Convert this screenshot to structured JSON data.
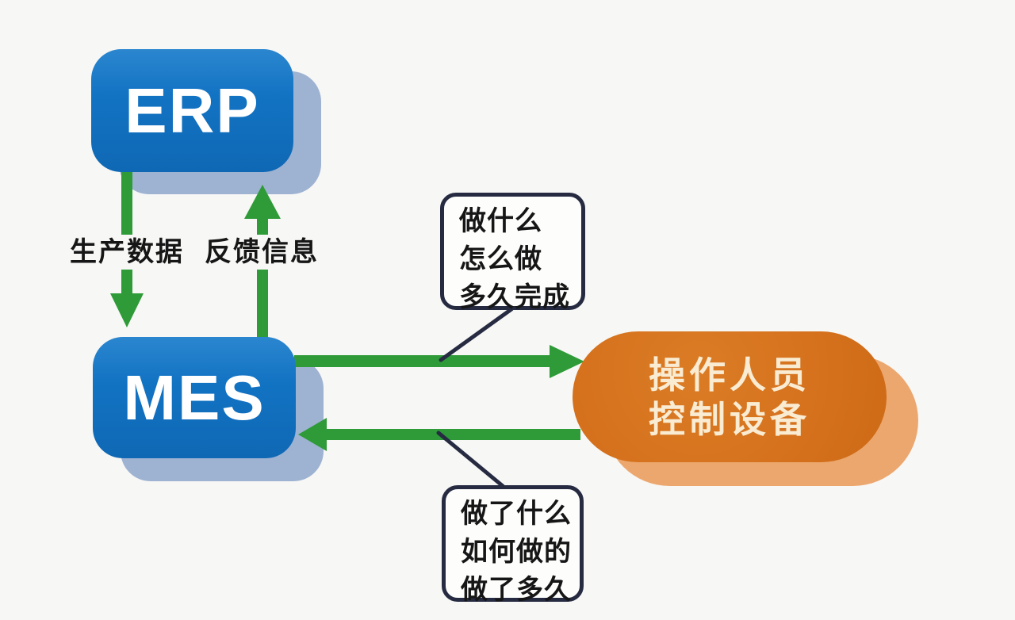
{
  "diagram": {
    "title": "ERP-MES-Operator information flow diagram",
    "background_color": "#f7f7f5",
    "nodes": {
      "erp": {
        "label": "ERP",
        "fill_color": "#1273c3",
        "shadow_color": "#96abce",
        "text_color": "#ffffff"
      },
      "mes": {
        "label": "MES",
        "fill_color": "#1273c3",
        "shadow_color": "#96abce",
        "text_color": "#ffffff"
      },
      "operator": {
        "lines": [
          "操作人员",
          "控制设备"
        ],
        "fill_color": "#d5711d",
        "shadow_color": "#eca76e",
        "text_color": "#f9ecd2"
      }
    },
    "arrows": {
      "color": "#2e9b38",
      "erp_to_mes": {
        "label": "生产数据",
        "direction": "down"
      },
      "mes_to_erp": {
        "label": "反馈信息",
        "direction": "up"
      },
      "mes_to_operator": {
        "direction": "right"
      },
      "operator_to_mes": {
        "direction": "left"
      }
    },
    "callouts": {
      "border_color": "#262b42",
      "top": {
        "lines": [
          "做什么",
          "怎么做",
          "多久完成"
        ],
        "points_to": "mes_to_operator arrow"
      },
      "bottom": {
        "lines": [
          "做了什么",
          "如何做的",
          "做了多久"
        ],
        "points_to": "operator_to_mes arrow"
      }
    }
  }
}
